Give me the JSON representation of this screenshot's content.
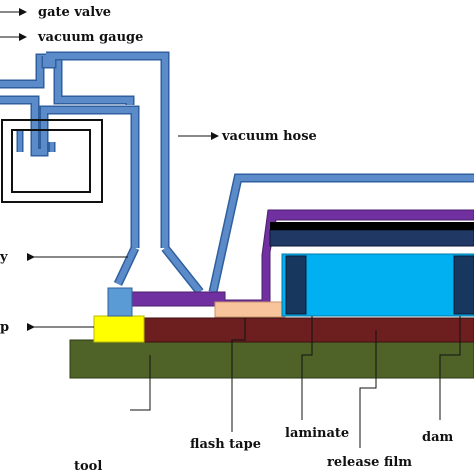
{
  "labels": {
    "gate_valve": "gate valve",
    "vacuum_gauge": "vacuum gauge",
    "vacuum_hose": "vacuum hose",
    "breather_partial": "y",
    "flash_tape": "flash tape",
    "laminate": "laminate",
    "release_film": "release film",
    "dam": "dam",
    "tool": "tool",
    "peel_ply_partial": "p"
  },
  "colors": {
    "hose_fill": "#5b8bc8",
    "hose_outline": "#2f5f9e",
    "tool": "#4f6228",
    "base_plate": "#6d1f1f",
    "sealant_tape": "#ffff00",
    "connector": "#5b9bd5",
    "bag_film": "#7030a0",
    "flash_tape": "#f8c49c",
    "laminate": "#00b0f0",
    "dam": "#17375e",
    "caul_plate": "#000000",
    "top_plate": "#1f3864"
  }
}
